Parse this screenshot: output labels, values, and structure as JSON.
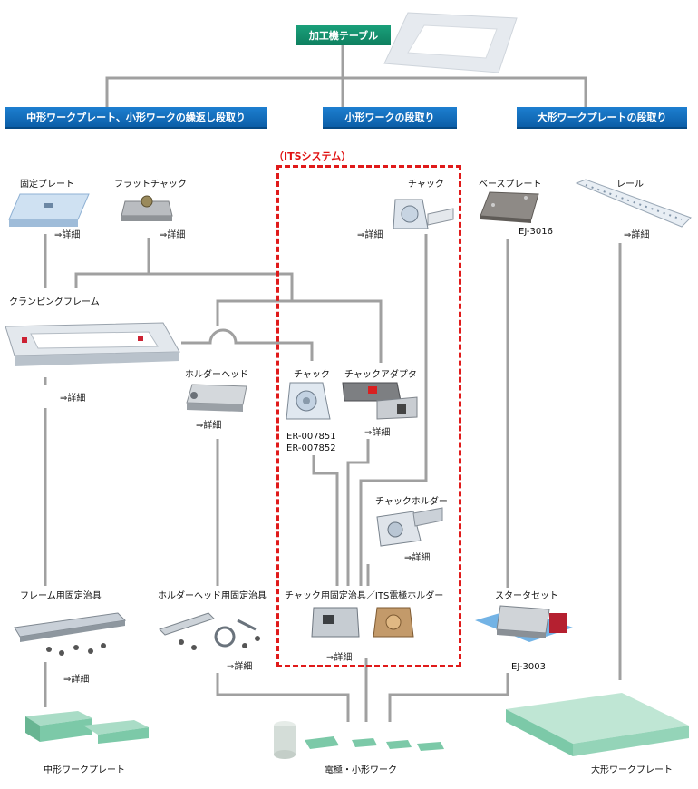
{
  "top": {
    "machine_table": "加工機テーブル"
  },
  "headers": {
    "medium": "中形ワークプレート、小形ワークの繰返し段取り",
    "small": "小形ワークの段取り",
    "large": "大形ワークプレートの段取り"
  },
  "its": {
    "title": "（ITSシステム）"
  },
  "items": {
    "fixed_plate": "固定プレート",
    "flat_chuck": "フラットチャック",
    "chuck_top": "チャック",
    "base_plate": "ベースプレート",
    "base_plate_code": "EJ-3016",
    "rail": "レール",
    "clamping_frame": "クランピングフレーム",
    "holder_head": "ホルダーヘッド",
    "chuck_mid": "チャック",
    "chuck_mid_codes": [
      "ER-007851",
      "ER-007852"
    ],
    "chuck_adapter": "チャックアダプタ",
    "chuck_holder": "チャックホルダー",
    "frame_jig": "フレーム用固定治具",
    "holder_head_jig": "ホルダーヘッド用固定治具",
    "chuck_jig": "チャック用固定治具／ITS電極ホルダー",
    "starter_set": "スタータセット",
    "starter_set_code": "EJ-3003"
  },
  "detail_link": "⇒詳細",
  "bottom": {
    "medium_plate": "中形ワークプレート",
    "electrode_small": "電極・小形ワーク",
    "large_plate": "大形ワークプレート"
  },
  "colors": {
    "header_blue": "#0b6ab8",
    "its_red": "#e01a1a",
    "wire": "#9a9a9a",
    "work_green": "#7cc9a8"
  }
}
